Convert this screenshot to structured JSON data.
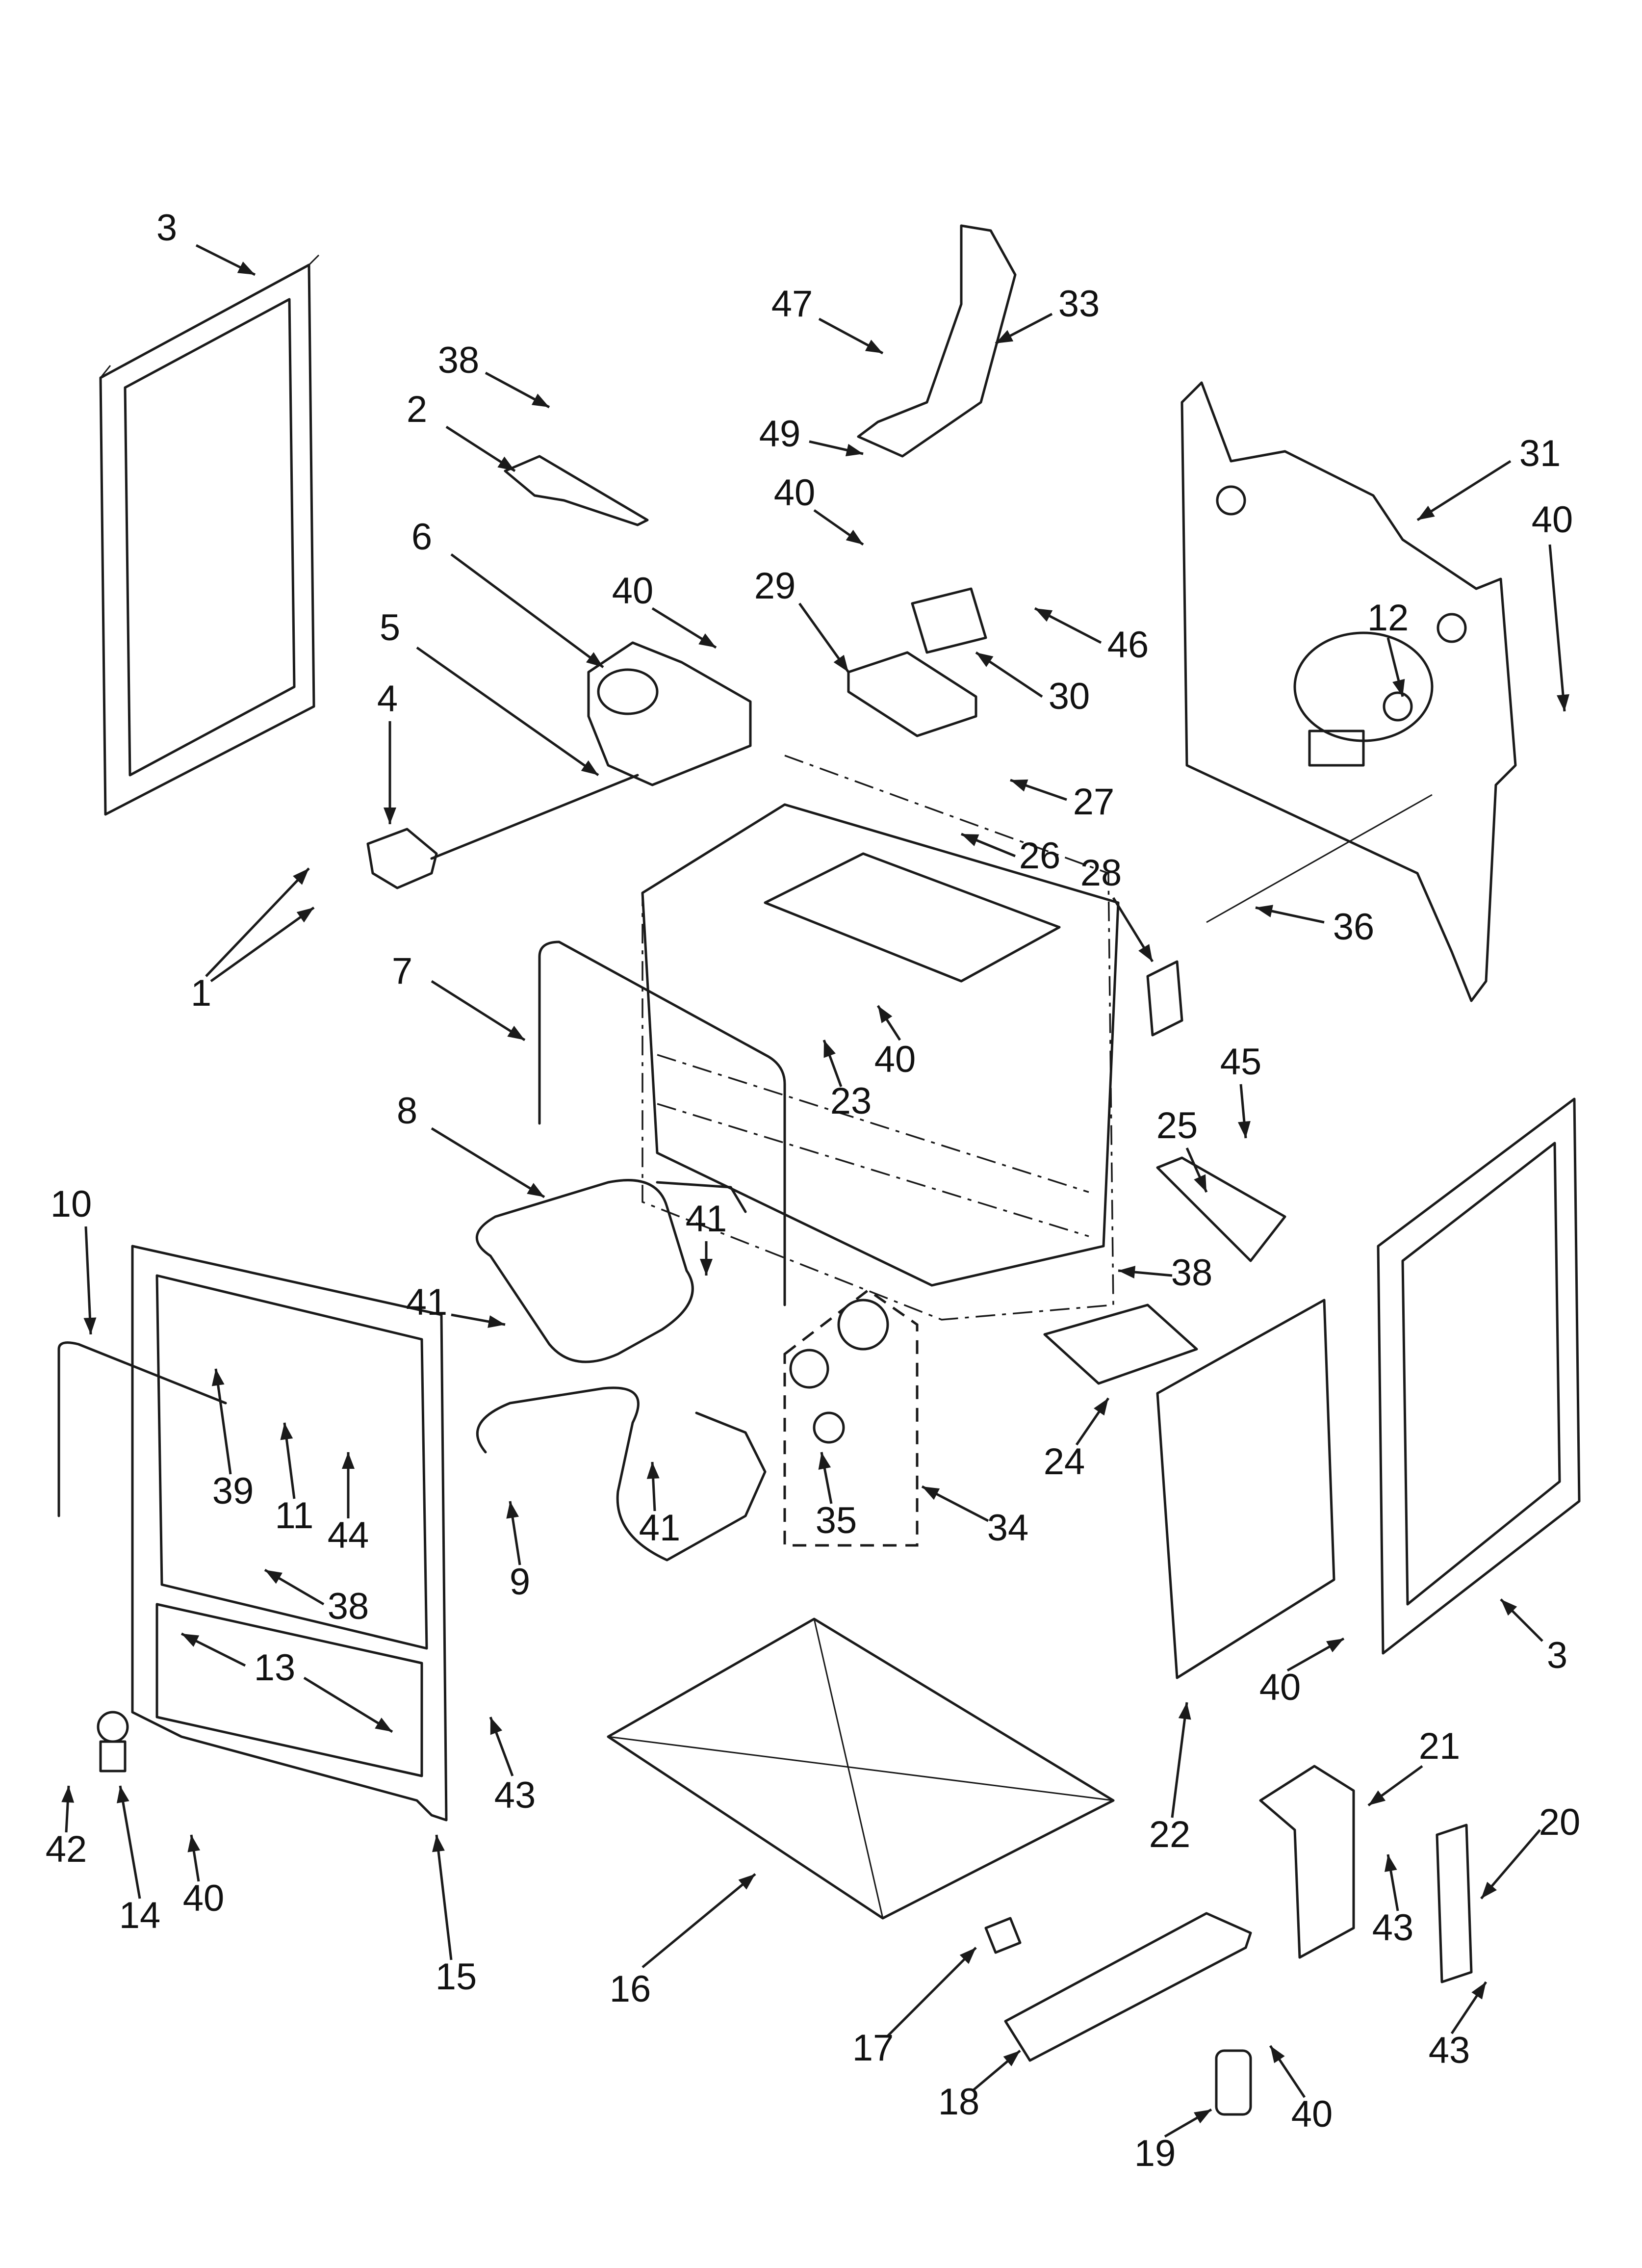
{
  "callouts": [
    {
      "id": "c3a",
      "label": "3"
    },
    {
      "id": "c38a",
      "label": "38"
    },
    {
      "id": "c2",
      "label": "2"
    },
    {
      "id": "c6",
      "label": "6"
    },
    {
      "id": "c40a",
      "label": "40"
    },
    {
      "id": "c5",
      "label": "5"
    },
    {
      "id": "c4",
      "label": "4"
    },
    {
      "id": "c1",
      "label": "1"
    },
    {
      "id": "c47",
      "label": "47"
    },
    {
      "id": "c33",
      "label": "33"
    },
    {
      "id": "c49",
      "label": "49"
    },
    {
      "id": "c40b",
      "label": "40"
    },
    {
      "id": "c29",
      "label": "29"
    },
    {
      "id": "c30",
      "label": "30"
    },
    {
      "id": "c46",
      "label": "46"
    },
    {
      "id": "c27",
      "label": "27"
    },
    {
      "id": "c26",
      "label": "26"
    },
    {
      "id": "c31",
      "label": "31"
    },
    {
      "id": "c40c",
      "label": "40"
    },
    {
      "id": "c12",
      "label": "12"
    },
    {
      "id": "c28",
      "label": "28"
    },
    {
      "id": "c36",
      "label": "36"
    },
    {
      "id": "c7",
      "label": "7"
    },
    {
      "id": "c23",
      "label": "23"
    },
    {
      "id": "c40d",
      "label": "40"
    },
    {
      "id": "c45",
      "label": "45"
    },
    {
      "id": "c25",
      "label": "25"
    },
    {
      "id": "c8",
      "label": "8"
    },
    {
      "id": "c41a",
      "label": "41"
    },
    {
      "id": "c41b",
      "label": "41"
    },
    {
      "id": "c38b",
      "label": "38"
    },
    {
      "id": "c10",
      "label": "10"
    },
    {
      "id": "c24",
      "label": "24"
    },
    {
      "id": "c39",
      "label": "39"
    },
    {
      "id": "c11",
      "label": "11"
    },
    {
      "id": "c44",
      "label": "44"
    },
    {
      "id": "c41c",
      "label": "41"
    },
    {
      "id": "c35",
      "label": "35"
    },
    {
      "id": "c34",
      "label": "34"
    },
    {
      "id": "c9",
      "label": "9"
    },
    {
      "id": "c38c",
      "label": "38"
    },
    {
      "id": "c13",
      "label": "13"
    },
    {
      "id": "c43a",
      "label": "43"
    },
    {
      "id": "c40e",
      "label": "40"
    },
    {
      "id": "c3b",
      "label": "3"
    },
    {
      "id": "c22",
      "label": "22"
    },
    {
      "id": "c21",
      "label": "21"
    },
    {
      "id": "c20",
      "label": "20"
    },
    {
      "id": "c42",
      "label": "42"
    },
    {
      "id": "c14",
      "label": "14"
    },
    {
      "id": "c40f",
      "label": "40"
    },
    {
      "id": "c15",
      "label": "15"
    },
    {
      "id": "c16",
      "label": "16"
    },
    {
      "id": "c17",
      "label": "17"
    },
    {
      "id": "c18",
      "label": "18"
    },
    {
      "id": "c19",
      "label": "19"
    },
    {
      "id": "c40g",
      "label": "40"
    },
    {
      "id": "c43b",
      "label": "43"
    },
    {
      "id": "c43c",
      "label": "43"
    }
  ],
  "colors": {
    "line": "#1a1a1a",
    "background": "#ffffff"
  }
}
